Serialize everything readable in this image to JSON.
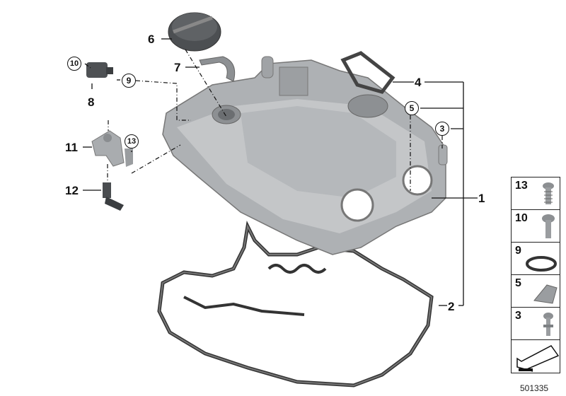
{
  "diagram": {
    "id": "501335",
    "callouts": {
      "c1": "1",
      "c2": "2",
      "c4": "4",
      "c6": "6",
      "c7": "7",
      "c8": "8",
      "c11": "11",
      "c12": "12"
    },
    "circled": {
      "c3": "3",
      "c5": "5",
      "c9": "9",
      "c10": "10",
      "c13": "13"
    },
    "legend": [
      {
        "num": "13",
        "part": "screw"
      },
      {
        "num": "10",
        "part": "screw"
      },
      {
        "num": "9",
        "part": "o-ring"
      },
      {
        "num": "5",
        "part": "clip"
      },
      {
        "num": "3",
        "part": "bolt"
      },
      {
        "num": "",
        "part": "arrow"
      }
    ]
  }
}
